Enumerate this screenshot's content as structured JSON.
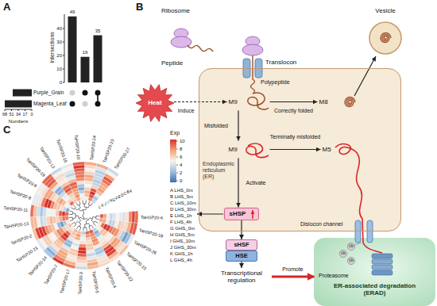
{
  "diagram": {
    "nodes": [
      {
        "text": [
          "Endoplasmic reticulum (ER)"
        ]
      },
      {
        "text": [
          "Heat"
        ]
      },
      {
        "text": [
          "M9"
        ],
        "in": 0
      },
      {
        "text": [
          "M8"
        ],
        "in": 0
      },
      {
        "text": [
          "M9"
        ],
        "in": 0
      },
      {
        "text": [
          "M5"
        ],
        "in": 0
      },
      {
        "text": [
          "sHSP"
        ],
        "in": 0
      },
      {
        "text": [
          "sHSF"
        ]
      },
      {
        "text": [
          "HSE"
        ]
      },
      {
        "text": [
          "Transcriptional regulation"
        ]
      },
      {
        "text": [
          "Proteasome",
          "ER-associated degradation (ERAD)"
        ]
      }
    ],
    "edges": [
      {
        "from": 1,
        "to": 2,
        "arrow": "to",
        "label": "Induce"
      },
      {
        "from": 2,
        "to": 3,
        "arrow": "to",
        "label": "Correctly folded"
      },
      {
        "from": 2,
        "to": 4,
        "arrow": "to",
        "label": "Misfolded"
      },
      {
        "from": 4,
        "to": 5,
        "arrow": "to",
        "label": "Terminally misfolded"
      },
      {
        "from": 4,
        "to": 6,
        "arrow": "to",
        "label": "Activate"
      },
      {
        "from": 6,
        "to": 7,
        "arrow": "to"
      },
      {
        "from": 8,
        "to": 9,
        "arrow": "to"
      },
      {
        "from": 9,
        "to": 10,
        "arrow": "to",
        "label": "Promote"
      }
    ],
    "labels": [
      "A",
      "Intersections",
      "0",
      "10",
      "20",
      "30",
      "40",
      "49",
      "19",
      "35",
      "Purple_Grain",
      "Magenta_Leaf",
      "68",
      "51",
      "34",
      "17",
      "0",
      "Numbers",
      "B",
      "Ribosome",
      "Translocon",
      "Peptide",
      "Polypeptide",
      "Vesicle",
      "Dislocon channel",
      "Ub",
      "Ub",
      "Ub",
      "C",
      "Exp",
      "10",
      "8",
      "6",
      "4",
      "2",
      "0",
      "A LHS_0m",
      "B LHS_5m",
      "C LHS_10m",
      "D LHS_30m",
      "E LHS_1h",
      "F LHS_4h",
      "G GHS_0m",
      "H GHS_5m",
      "I GHS_10m",
      "J GHS_30m",
      "K GHS_1h",
      "L GHS_4h",
      "L",
      "K",
      "J",
      "I",
      "H",
      "G",
      "F",
      "E",
      "D",
      "C",
      "B",
      "A",
      "TaHSP20-6",
      "TaHSP20-18",
      "TaHSP20-26",
      "TaHSP20-15",
      "TaHSP20-22",
      "TaHSP20-4",
      "TaHSP20-5",
      "TaHSP20-3",
      "TaHSP20-17",
      "TaHSP20-7",
      "TaHSP20-14",
      "TaHSP20-21",
      "TaHSP20-2",
      "TaHSP20-13",
      "TaHSP20-11",
      "TaHSP20-8",
      "TaHSP20-9",
      "TaHSP20-19",
      "TaHSP20-12",
      "TaHSP20-16",
      "TaHSP20-10",
      "TaHSP20-24",
      "TaHSP20-23",
      "TaHSP20-27"
    ]
  }
}
